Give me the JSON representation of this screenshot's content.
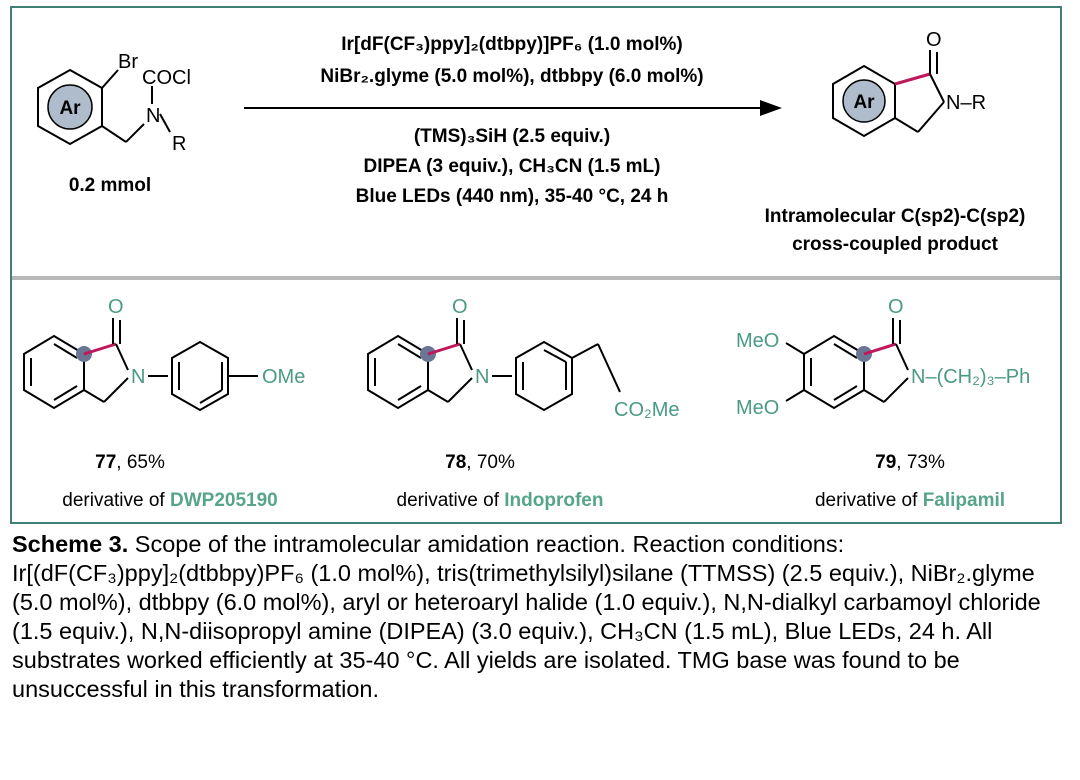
{
  "reaction": {
    "reactant_label": "0.2 mmol",
    "reactant_atoms": {
      "br": "Br",
      "cocl": "COCl",
      "n": "N",
      "r": "R",
      "ar": "Ar"
    },
    "conditions_above": [
      "Ir[dF(CF₃)ppy]₂(dtbpy)]PF₆ (1.0 mol%)",
      "NiBr₂.glyme (5.0 mol%), dtbbpy (6.0 mol%)"
    ],
    "conditions_below": [
      "(TMS)₃SiH (2.5 equiv.)",
      "DIPEA (3 equiv.), CH₃CN (1.5 mL)",
      "Blue LEDs (440 nm), 35-40 °C, 24 h"
    ],
    "product_atoms": {
      "o": "O",
      "nr": "N–R",
      "ar": "Ar"
    },
    "product_label_1": "Intramolecular C(sp2)-C(sp2)",
    "product_label_2": "cross-coupled product"
  },
  "compounds": [
    {
      "number": "77",
      "yield": ", 65%",
      "prefix": "derivative of ",
      "drug": "DWP205190",
      "atoms": {
        "o": "O",
        "n": "N",
        "sub": "OMe"
      }
    },
    {
      "number": "78",
      "yield": ", 70%",
      "prefix": "derivative of ",
      "drug": "Indoprofen",
      "atoms": {
        "o": "O",
        "n": "N",
        "sub": "CO₂Me"
      }
    },
    {
      "number": "79",
      "yield": ", 73%",
      "prefix": "derivative of ",
      "drug": "Falipamil",
      "atoms": {
        "o": "O",
        "ome1": "MeO",
        "ome2": "MeO",
        "chain": "N–(CH₂)₃–Ph"
      }
    }
  ],
  "caption": {
    "label": "Scheme 3.",
    "text": " Scope of the intramolecular amidation reaction. Reaction conditions: Ir[(dF(CF₃)ppy]₂(dtbbpy)PF₆ (1.0 mol%), tris(trimethylsilyl)silane (TTMSS) (2.5 equiv.), NiBr₂.glyme (5.0 mol%), dtbbpy (6.0 mol%), aryl or heteroaryl halide (1.0 equiv.), N,N-dialkyl carbamoyl chloride (1.5 equiv.), N,N-diisopropyl amine (DIPEA) (3.0 equiv.), CH₃CN (1.5 mL), Blue LEDs, 24 h. All substrates worked efficiently at 35-40 °C. All yields are isolated. TMG base was found to be unsuccessful in this transformation."
  },
  "colors": {
    "frame": "#3f7f74",
    "drug": "#56a58a",
    "bond_highlight": "#c0185a",
    "ar_circle": "#aebccc"
  }
}
